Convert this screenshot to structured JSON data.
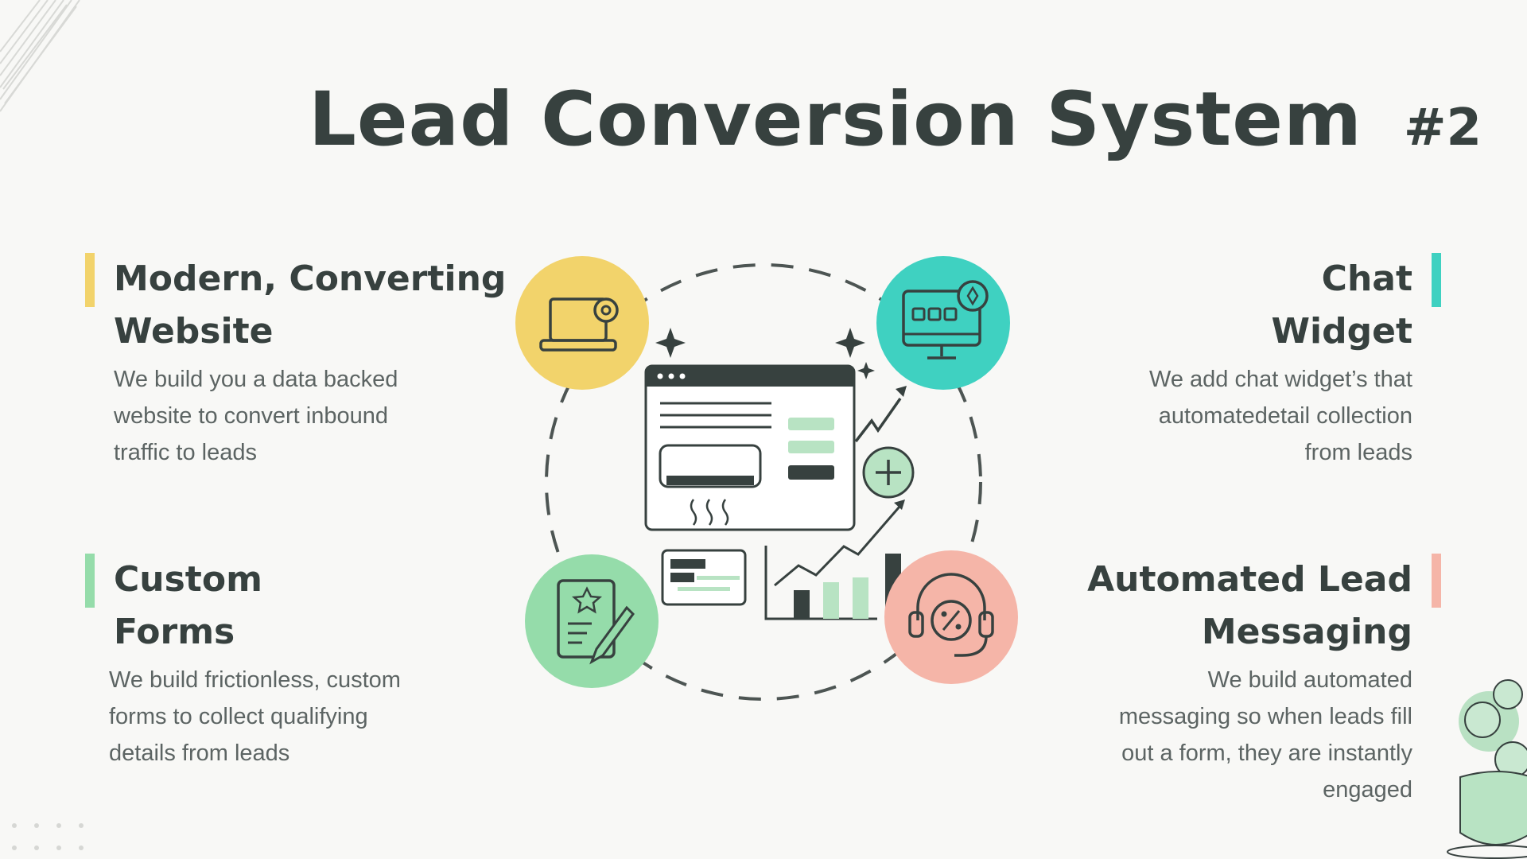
{
  "slide": {
    "title": "Lead Conversion System",
    "number": "#2"
  },
  "features": {
    "website": {
      "heading_line1": "Modern, Converting",
      "heading_line2": "Website",
      "description_lines": [
        "We build you a data backed",
        "website to convert inbound",
        "traffic to leads"
      ],
      "accent": "#f2d36b",
      "icon": "laptop-gear-icon"
    },
    "chat": {
      "heading_line1": "Chat",
      "heading_line2": "Widget",
      "description_lines": [
        "We add chat widget’s that",
        "automatedetail collection",
        "from leads"
      ],
      "accent": "#3fd1c1",
      "icon": "monitor-chat-icon"
    },
    "forms": {
      "heading_line1": "Custom",
      "heading_line2": "Forms",
      "description_lines": [
        "We build frictionless, custom",
        "forms to collect qualifying",
        "details from leads"
      ],
      "accent": "#95dcaa",
      "icon": "form-pen-icon"
    },
    "messaging": {
      "heading_line1": "Automated Lead",
      "heading_line2": "Messaging",
      "description_lines": [
        "We build automated",
        "messaging so when leads fill",
        "out a form, they are instantly",
        "engaged"
      ],
      "accent": "#f5b5a8",
      "icon": "headset-percent-icon"
    }
  },
  "colors": {
    "text_dark": "#37413f",
    "text_body": "#5c6463",
    "background": "#f8f8f6",
    "green_light": "#b8e3c3"
  }
}
